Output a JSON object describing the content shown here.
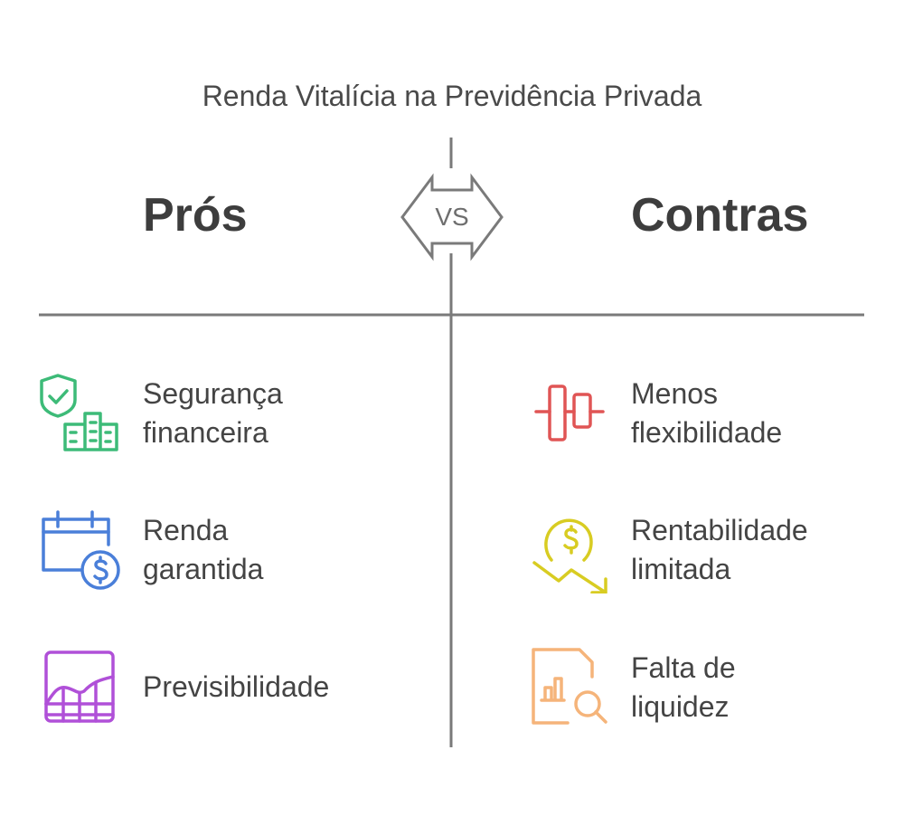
{
  "title": "Renda Vitalícia na Previdência Privada",
  "vs_label": "VS",
  "pros": {
    "heading": "Prós",
    "items": [
      {
        "line1": "Segurança",
        "line2": "financeira",
        "icon": "shield-buildings-icon",
        "color": "#3dbb78"
      },
      {
        "line1": "Renda",
        "line2": "garantida",
        "icon": "calendar-dollar-icon",
        "color": "#4a7fd9"
      },
      {
        "line1": "Previsibilidade",
        "line2": "",
        "icon": "chart-grid-icon",
        "color": "#b050d8"
      }
    ]
  },
  "cons": {
    "heading": "Contras",
    "items": [
      {
        "line1": "Menos",
        "line2": "flexibilidade",
        "icon": "align-bars-icon",
        "color": "#e05555"
      },
      {
        "line1": "Rentabilidade",
        "line2": "limitada",
        "icon": "dollar-down-trend-icon",
        "color": "#d8cc22"
      },
      {
        "line1": "Falta de",
        "line2": "liquidez",
        "icon": "document-search-icon",
        "color": "#f5b47a"
      }
    ]
  }
}
